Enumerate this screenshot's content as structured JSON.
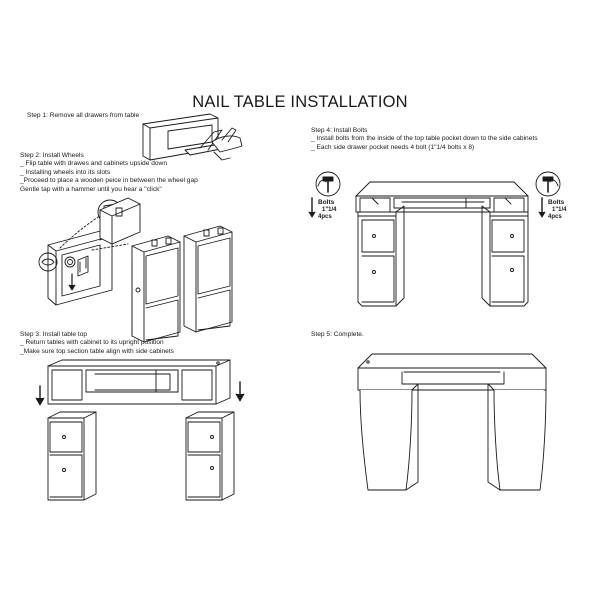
{
  "title": "NAIL TABLE INSTALLATION",
  "steps": {
    "s1": {
      "heading": "Step 1:  Remove all drawers from table"
    },
    "s2": {
      "heading": "Step 2: Install  Wheels",
      "lines": [
        "_ Flip table with drawes and cabinets upside down",
        "_ Installing wheels into its slots",
        "_Proceed to place a wooden peice in between the wheel gap",
        "Gentle tap with a hammer until you hear a \"click\""
      ]
    },
    "s3": {
      "heading": "Step 3: Install  table top",
      "lines": [
        "_ Return tables with cabinet to its upright position",
        "_Make sure top section table align with side cabinets"
      ]
    },
    "s4": {
      "heading": "Step 4:  Install Bolts",
      "lines": [
        "_ Install bolts from the inside of the top table pocket down to the side cabinets",
        "_ Each side drawer pocket needs 4 bolt (1\"1/4 bolts x 8)"
      ]
    },
    "s5": {
      "heading": "Step 5: Complete."
    }
  },
  "bolt_labels": {
    "left": {
      "line1": "Bolts",
      "line2": "1\"1/4",
      "line3": "4pcs"
    },
    "right": {
      "line1": "Bolts",
      "line2": "1\"1/4",
      "line3": "4pcs"
    }
  }
}
